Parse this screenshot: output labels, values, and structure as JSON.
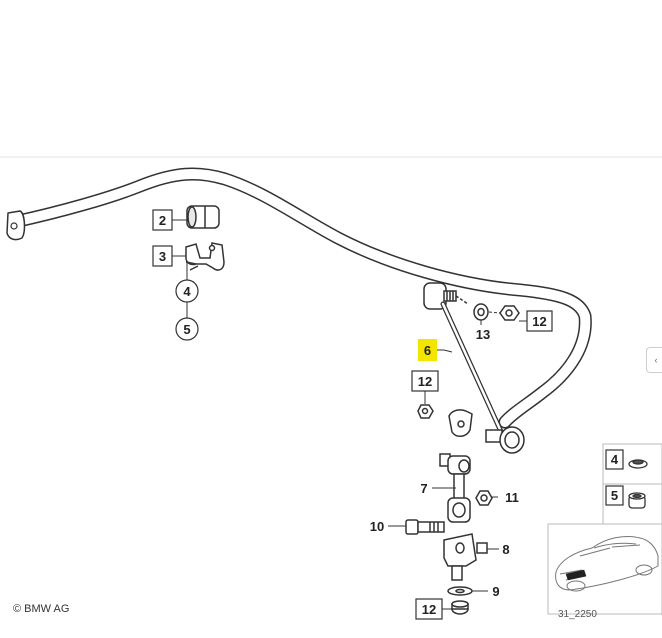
{
  "diagram": {
    "callouts": {
      "c2": "2",
      "c3": "3",
      "c4": "4",
      "c5": "5",
      "c6": "6",
      "c12a": "12",
      "c13": "13",
      "c12b": "12",
      "c7": "7",
      "c11": "11",
      "c10": "10",
      "c8": "8",
      "c9": "9",
      "c12c": "12"
    },
    "inset_callouts": {
      "c4": "4",
      "c5": "5"
    },
    "highlighted_callout": "6",
    "highlight_color": "#f2e600",
    "copyright": "© BMW AG",
    "figure_ref": "31_2250"
  },
  "nav": {
    "arrow_icon": "chevron-left-icon",
    "arrow_glyph": "‹"
  }
}
